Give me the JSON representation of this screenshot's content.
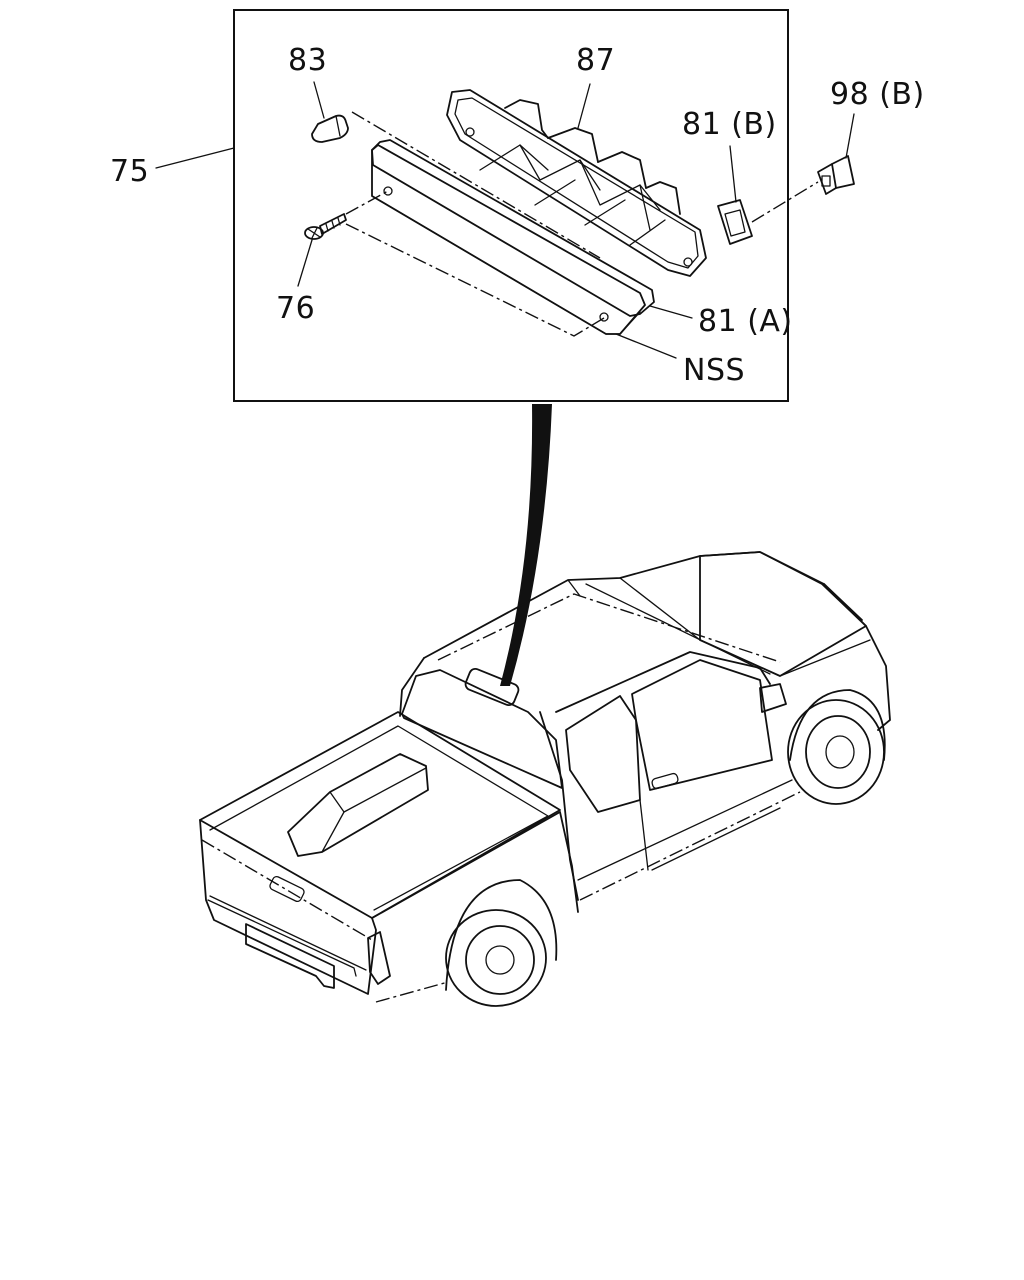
{
  "callouts": {
    "assembly": "75",
    "bulb": "83",
    "housing": "87",
    "gasket_b": "81 (B)",
    "clip": "98 (B)",
    "screw": "76",
    "gasket_a": "81 (A)",
    "nss": "NSS"
  }
}
